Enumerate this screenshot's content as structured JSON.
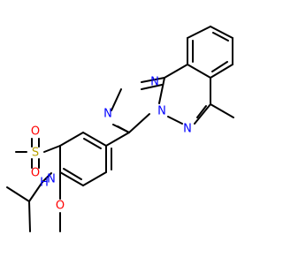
{
  "colors": {
    "N": "#0000ff",
    "O": "#ff0000",
    "S": "#b8a000",
    "bond": "#000000",
    "background": "#ffffff"
  },
  "atoms": {
    "n_triazole_top": "N",
    "n_triazole_left": "N",
    "n_bridge": "N",
    "n_ring_lower": "N",
    "s_sulfonyl": "S",
    "o_sulfonyl_top": "O",
    "o_sulfonyl_bottom": "O",
    "n_sulfonamide": "N",
    "h_sulfonamide": "H",
    "o_methoxy": "O"
  }
}
